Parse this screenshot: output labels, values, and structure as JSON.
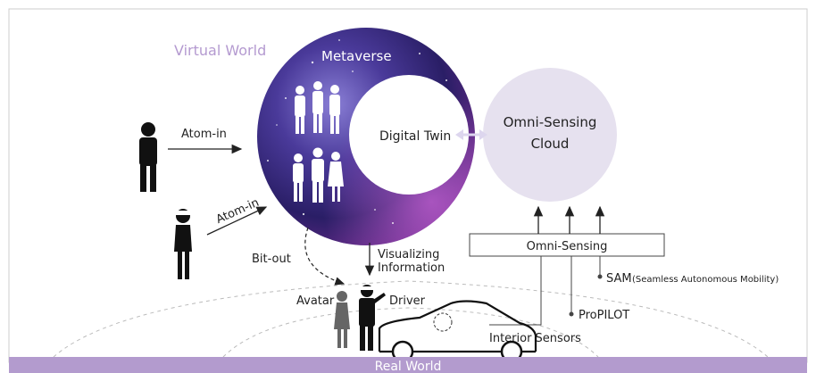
{
  "labels": {
    "virtual_world": "Virtual World",
    "metaverse": "Metaverse",
    "digital_twin": "Digital Twin",
    "cloud_line1": "Omni-Sensing",
    "cloud_line2": "Cloud",
    "atom_in_1": "Atom-in",
    "atom_in_2": "Atom-in",
    "bit_out": "Bit-out",
    "visualizing_1": "Visualizing",
    "visualizing_2": "Information",
    "omni_sensing_box": "Omni-Sensing",
    "sam": "SAM",
    "sam_detail": "(Seamless Autonomous Mobility)",
    "propilot": "ProPILOT",
    "interior_sensors": "Interior Sensors",
    "avatar": "Avatar",
    "driver": "Driver",
    "real_world": "Real World"
  },
  "colors": {
    "virtual_world_text": "#b49ad0",
    "cloud_fill": "#e6e1ef",
    "real_world_bar": "#b39bce",
    "metaverse_space": "#3a2a7a",
    "twin_arrow": "#ddd6ee"
  }
}
